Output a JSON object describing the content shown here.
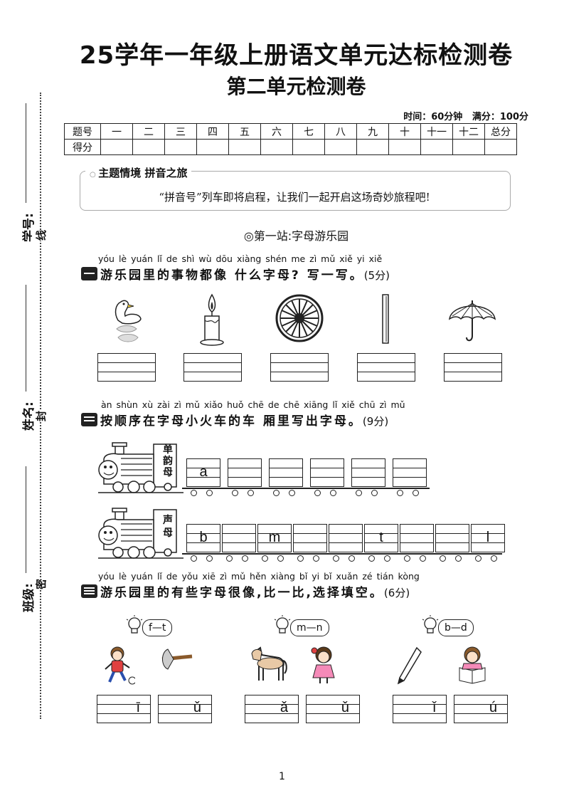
{
  "title": "25学年一年级上册语文单元达标检测卷",
  "subtitle": "第二单元检测卷",
  "meta": {
    "time": "时间：60分钟",
    "full": "满分：100分"
  },
  "score_table": {
    "row1": [
      "题号",
      "一",
      "二",
      "三",
      "四",
      "五",
      "六",
      "七",
      "八",
      "九",
      "十",
      "十一",
      "十二",
      "总分"
    ],
    "row2_label": "得分"
  },
  "side": {
    "xuehao": "学号:",
    "xingming": "姓名:",
    "banji": "班级:",
    "xian": "线",
    "feng": "封",
    "mi": "密"
  },
  "theme": {
    "heading": "主题情境  拼音之旅",
    "text": "“拼音号”列车即将启程，让我们一起开启这场奇妙旅程吧!"
  },
  "station": "◎第一站:字母游乐园",
  "q1": {
    "pinyin": "yóu lè yuán lǐ de shì wù dōu xiàng shén me zì mǔ   xiě yi xiě",
    "text": "游乐园里的事物都像 什么字母? 写一写。",
    "points": "(5分)",
    "icons": [
      "goose-icon",
      "candle-icon",
      "wheel-icon",
      "stick-icon",
      "umbrella-icon"
    ]
  },
  "q2": {
    "pinyin": "àn shùn xù zài zì mǔ xiǎo huǒ chē de chē xiāng lǐ xiě chū zì mǔ",
    "text": "按顺序在字母小火车的车 厢里写出字母。",
    "points": "(9分)",
    "train1": {
      "sign": [
        "单",
        "韵",
        "母"
      ],
      "cars": [
        "a",
        "",
        "",
        "",
        "",
        ""
      ]
    },
    "train2": {
      "sign": [
        "声",
        "母"
      ],
      "cars": [
        "b",
        "",
        "m",
        "",
        "",
        "t",
        "",
        "",
        " l"
      ]
    }
  },
  "q3": {
    "pinyin": "yóu lè yuán lǐ de yǒu xiē zì mǔ hěn xiàng   bǐ yi bǐ  xuǎn zé tián kòng",
    "text": "游乐园里的有些字母很像,比一比,选择填空。",
    "points": "(6分)",
    "groups": [
      {
        "hint": "f—t",
        "answers": [
          "ī",
          "ǔ"
        ],
        "icons": [
          "boy-football-icon",
          "axe-icon"
        ]
      },
      {
        "hint": "m—n",
        "answers": [
          "ǎ",
          "ǔ"
        ],
        "icons": [
          "horse-icon",
          "girl-icon"
        ]
      },
      {
        "hint": "b—d",
        "answers": [
          "ǐ",
          "ú"
        ],
        "icons": [
          "pencil-icon",
          "reading-girl-icon"
        ]
      }
    ]
  },
  "page_number": "1"
}
